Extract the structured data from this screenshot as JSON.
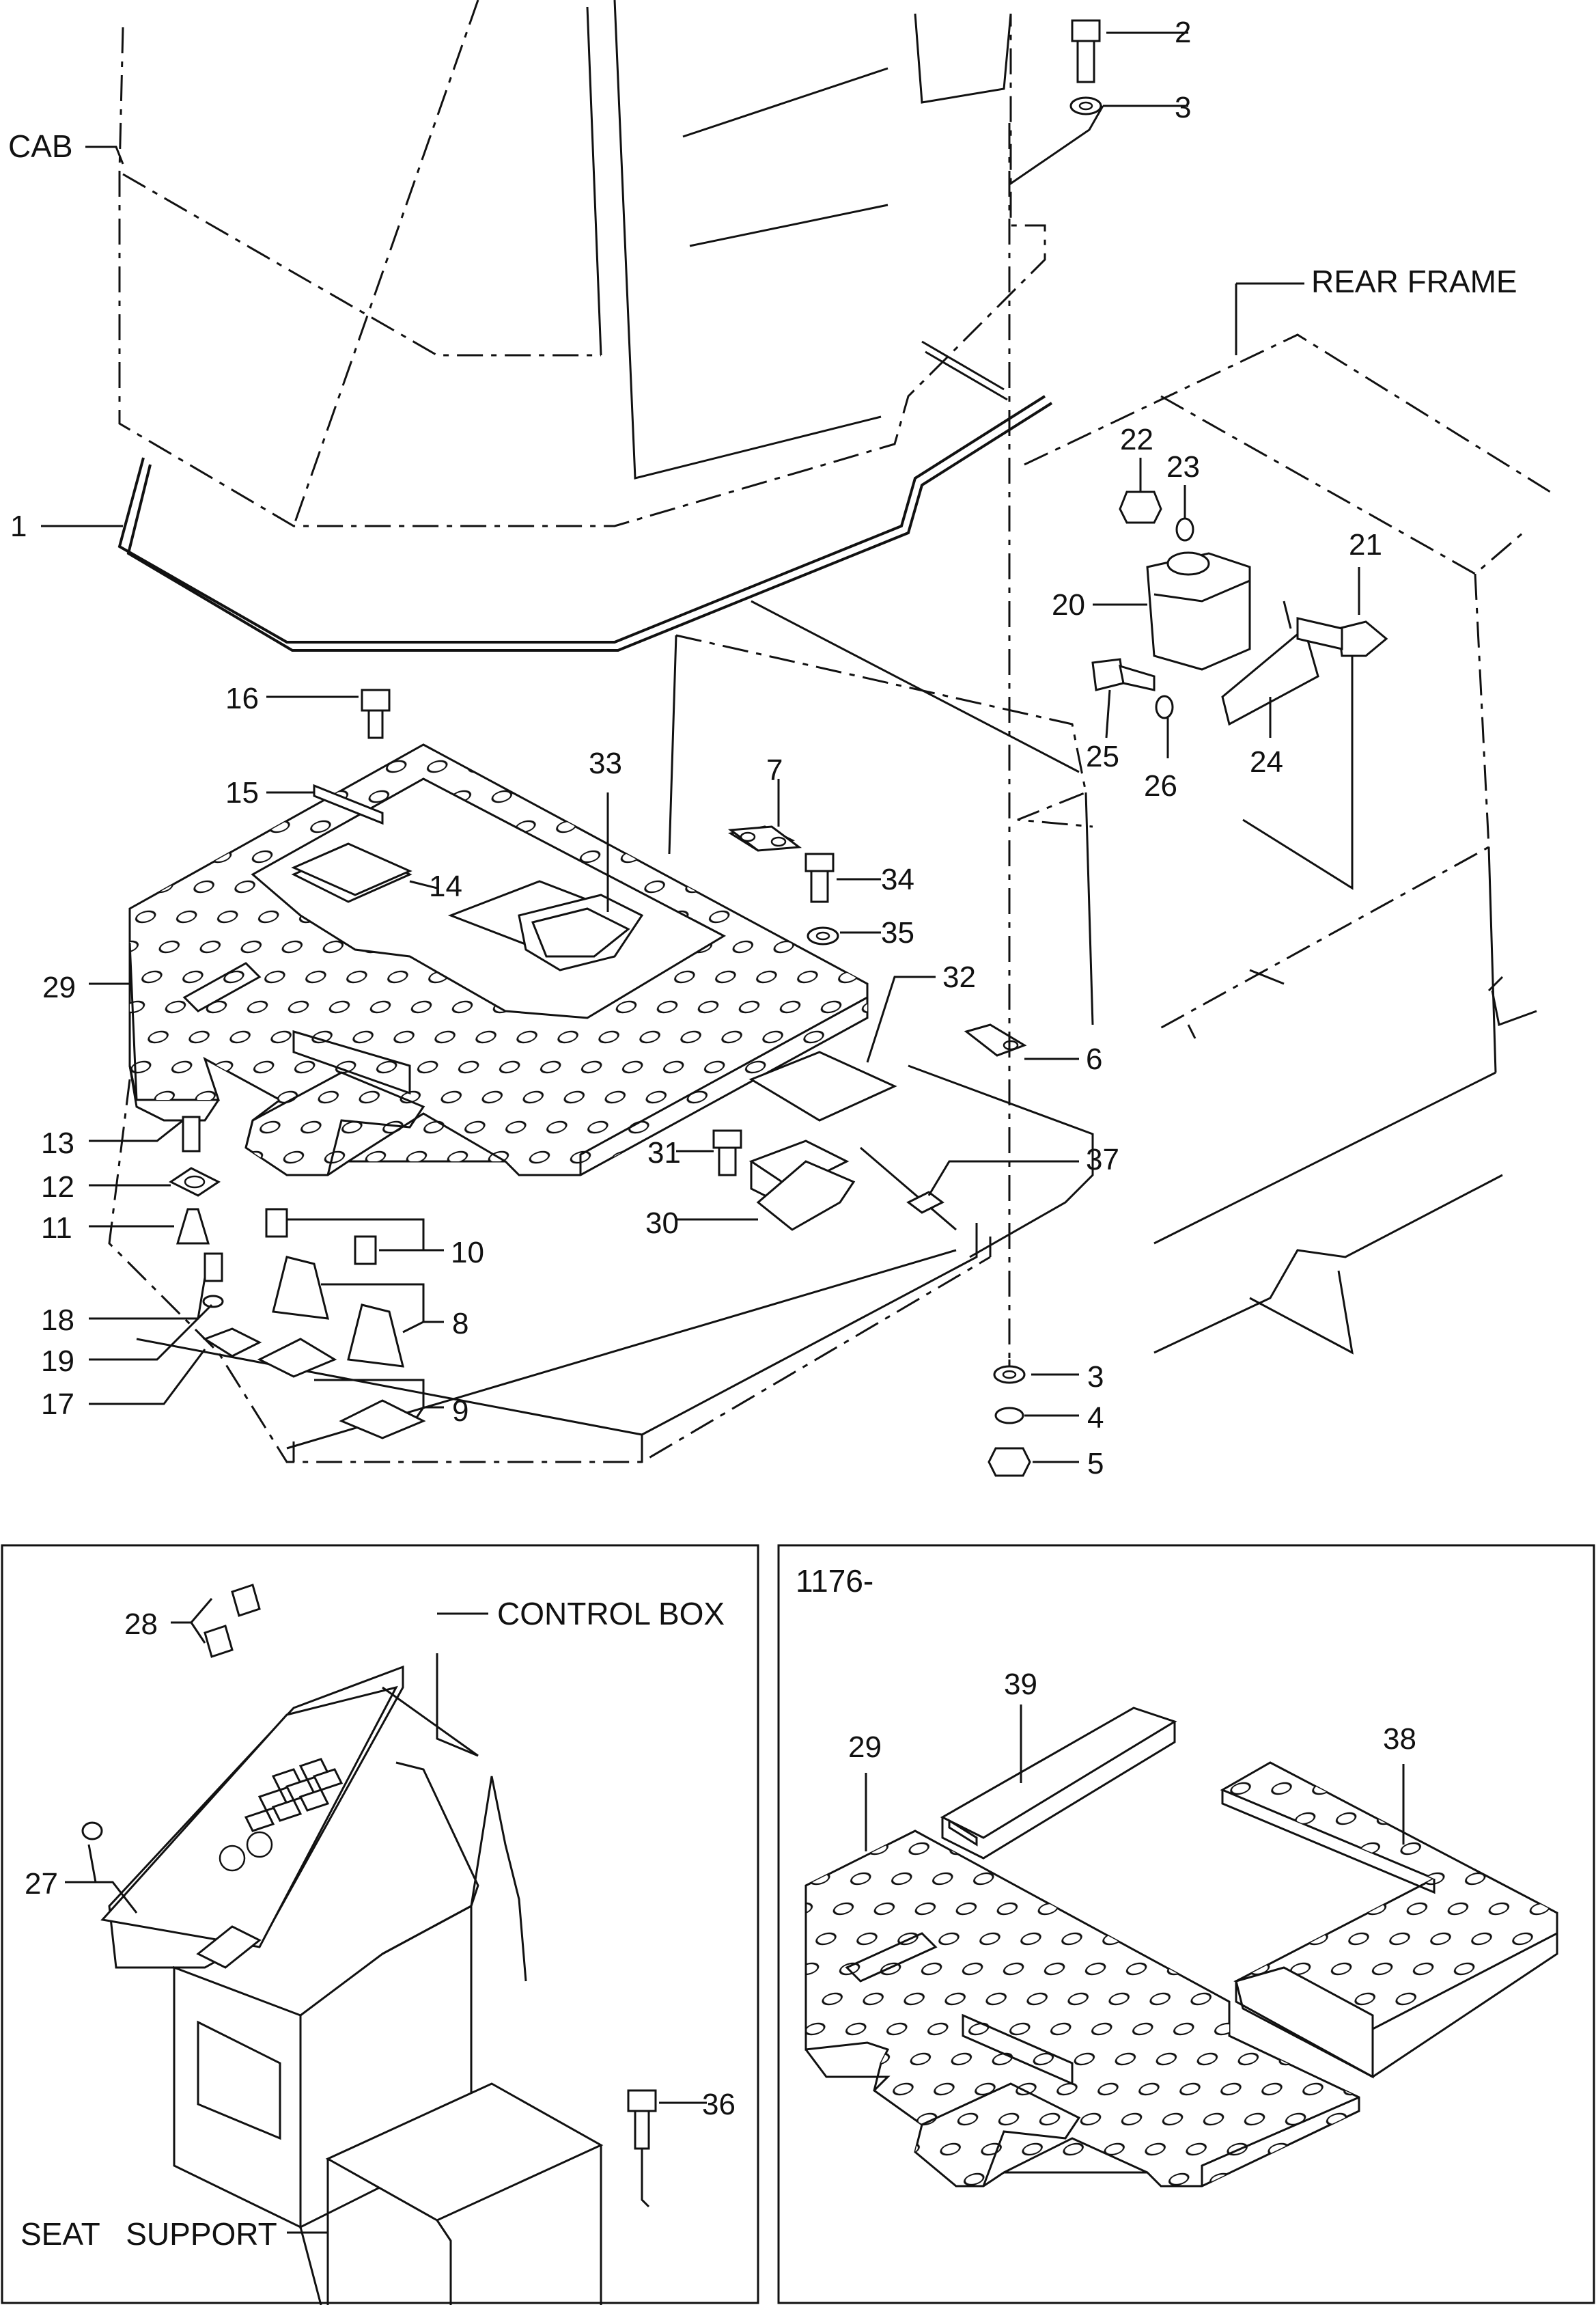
{
  "labels": {
    "cab": "CAB",
    "rear_frame": "REAR FRAME",
    "control_box": "CONTROL BOX",
    "seat_support": "SEAT   SUPPORT",
    "serial_note": "1176-"
  },
  "parts": {
    "p1": "1",
    "p2": "2",
    "p3a": "3",
    "p3b": "3",
    "p4": "4",
    "p5": "5",
    "p6": "6",
    "p7": "7",
    "p8": "8",
    "p9": "9",
    "p10": "10",
    "p11": "11",
    "p12": "12",
    "p13": "13",
    "p14": "14",
    "p15": "15",
    "p16": "16",
    "p17": "17",
    "p18": "18",
    "p19": "19",
    "p20": "20",
    "p21": "21",
    "p22": "22",
    "p23": "23",
    "p24": "24",
    "p25": "25",
    "p26": "26",
    "p27": "27",
    "p28": "28",
    "p29a": "29",
    "p29b": "29",
    "p30": "30",
    "p31": "31",
    "p32": "32",
    "p33": "33",
    "p34": "34",
    "p35": "35",
    "p36": "36",
    "p37": "37",
    "p38": "38",
    "p39": "39"
  }
}
